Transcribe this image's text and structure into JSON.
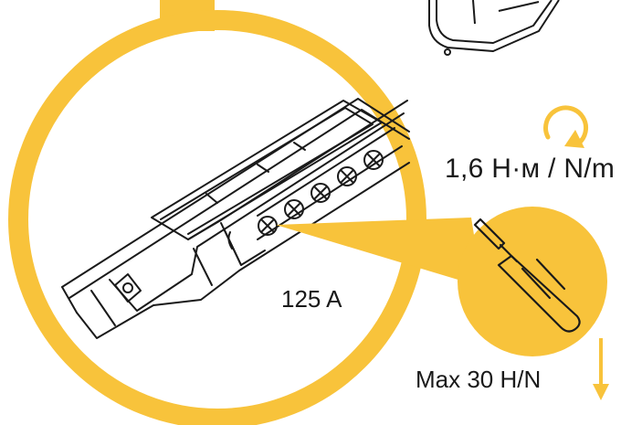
{
  "labels": {
    "torque": "1,6 Н·м / N/m",
    "current": "125 A",
    "max_force": "Max 30 Н/N"
  },
  "colors": {
    "accent": "#F8C33B",
    "line": "#1a1a1a",
    "background": "#ffffff"
  },
  "icons": {
    "rotation": "clockwise-arrow-icon",
    "tool": "screwdriver-icon",
    "force": "down-arrow-icon"
  }
}
